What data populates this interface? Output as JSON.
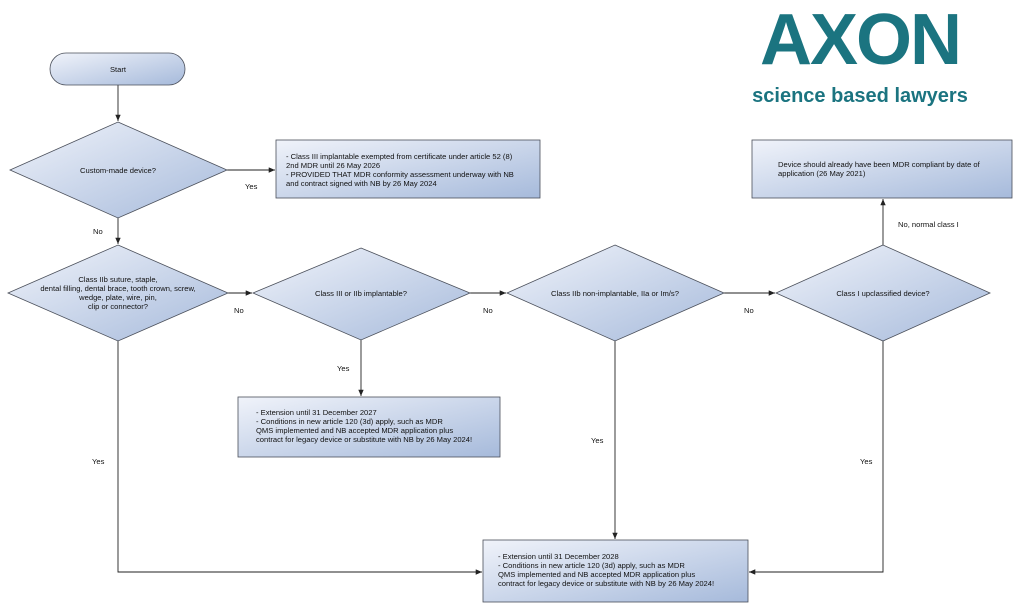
{
  "logo": {
    "name": "AXON",
    "tagline": "science based lawyers",
    "color": "#1b7480"
  },
  "nodes": {
    "start": "Start",
    "custom": "Custom-made device?",
    "custom_box": [
      "- Class III implantable exempted from certificate under article 52 (8)",
      "2nd MDR until 26 May 2026",
      "- PROVIDED THAT MDR conformity assessment underway with NB",
      "and contract signed with NB by 26 May 2024"
    ],
    "class_iib_suture": [
      "Class IIb suture, staple,",
      "dental filling, dental brace, tooth crown, screw,",
      "wedge, plate, wire, pin,",
      "clip or connector?"
    ],
    "class_iii": "Class III or IIb implantable?",
    "class_iii_box": [
      "- Extension until 31 December 2027",
      "- Conditions in new article 120 (3d) apply, such as MDR",
      "QMS implemented and NB accepted MDR application plus",
      "contract for legacy device or substitute with NB by 26 May 2024!"
    ],
    "class_iib_non": "Class IIb non-implantable, IIa or Im/s?",
    "class_i": "Class I upclassified device?",
    "class_i_box": [
      "Device should already have been MDR compliant by date of",
      "application (26 May 2021)"
    ],
    "bottom_box": [
      "- Extension until 31 December 2028",
      "- Conditions in new article 120 (3d) apply, such as MDR",
      "QMS implemented and NB accepted MDR application plus",
      "contract for legacy device or substitute with NB by 26 May 2024!"
    ]
  },
  "edges": {
    "custom_yes": "Yes",
    "custom_no": "No",
    "suture_no": "No",
    "suture_yes": "Yes",
    "class_iii_no": "No",
    "class_iii_yes": "Yes",
    "iib_non_no": "No",
    "iib_non_yes": "Yes",
    "class_i_no": "No, normal class I",
    "class_i_yes": "Yes"
  },
  "colors": {
    "fill_light": "#eef2f9",
    "fill_dark": "#a6badb"
  }
}
